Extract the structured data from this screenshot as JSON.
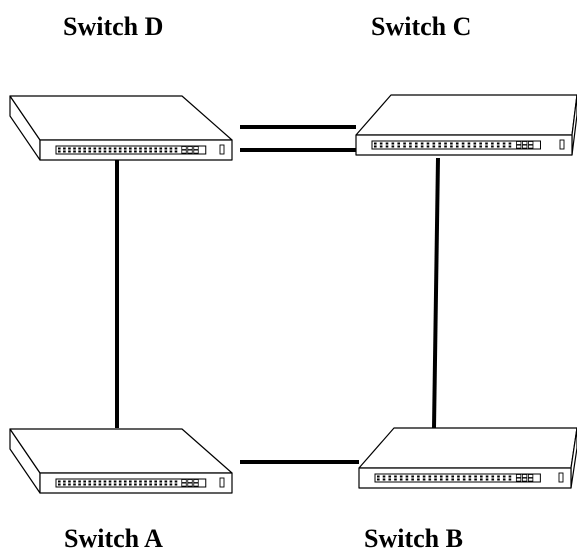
{
  "labels": {
    "switch_d": "Switch D",
    "switch_c": "Switch C",
    "switch_a": "Switch A",
    "switch_b": "Switch B"
  },
  "nodes": [
    {
      "id": "switch_d",
      "label": "Switch D"
    },
    {
      "id": "switch_c",
      "label": "Switch C"
    },
    {
      "id": "switch_a",
      "label": "Switch A"
    },
    {
      "id": "switch_b",
      "label": "Switch B"
    }
  ],
  "links": [
    {
      "from": "switch_d",
      "to": "switch_c"
    },
    {
      "from": "switch_d",
      "to": "switch_c"
    },
    {
      "from": "switch_d",
      "to": "switch_a"
    },
    {
      "from": "switch_c",
      "to": "switch_b"
    },
    {
      "from": "switch_a",
      "to": "switch_b"
    }
  ],
  "colors": {
    "line": "#000000",
    "background": "#ffffff"
  }
}
